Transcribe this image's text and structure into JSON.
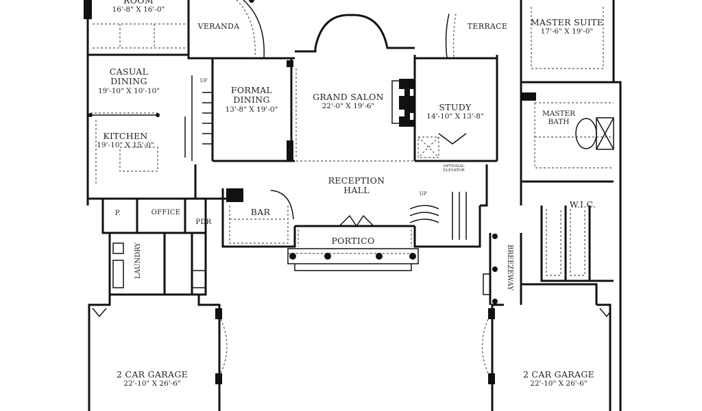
{
  "plan": {
    "rooms": {
      "room": {
        "name": "ROOM",
        "dims": "16'-8\" X 16'-0\""
      },
      "veranda": {
        "name": "VERANDA"
      },
      "terrace": {
        "name": "TERRACE"
      },
      "master_suite": {
        "name": "MASTER SUITE",
        "dims": "17'-6\" X 19'-0\""
      },
      "casual_dining": {
        "name_line1": "CASUAL",
        "name_line2": "DINING",
        "dims": "19'-10\" X 10'-10\""
      },
      "formal_dining": {
        "name_line1": "FORMAL",
        "name_line2": "DINING",
        "dims": "13'-8\" X 19'-0\""
      },
      "grand_salon": {
        "name": "GRAND SALON",
        "dims": "22'-0\" X 19'-6\""
      },
      "study": {
        "name": "STUDY",
        "dims": "14'-10\" X 13'-8\""
      },
      "master_bath": {
        "name_line1": "MASTER",
        "name_line2": "BATH"
      },
      "kitchen": {
        "name": "KITCHEN",
        "dims": "19'-10\" X 15'-0\""
      },
      "optional_elevator": {
        "name_line1": "OPTIONAL",
        "name_line2": "ELEVATOR"
      },
      "reception_hall": {
        "name_line1": "RECEPTION",
        "name_line2": "HALL"
      },
      "wic": {
        "name": "W.I.C."
      },
      "pantry": {
        "name": "P."
      },
      "office": {
        "name": "OFFICE"
      },
      "pdr": {
        "name": "PDR"
      },
      "bar": {
        "name": "BAR"
      },
      "portico": {
        "name": "PORTICO"
      },
      "laundry": {
        "name": "LAUNDRY"
      },
      "breezeway": {
        "name": "BREEZEWAY"
      },
      "garage_left": {
        "name": "2 CAR GARAGE",
        "dims": "22'-10\" X 26'-6\""
      },
      "garage_right": {
        "name": "2 CAR GARAGE",
        "dims": "22'-10\" X 26'-6\""
      }
    },
    "stairs": {
      "up_left": "UP",
      "up_right": "UP"
    }
  }
}
